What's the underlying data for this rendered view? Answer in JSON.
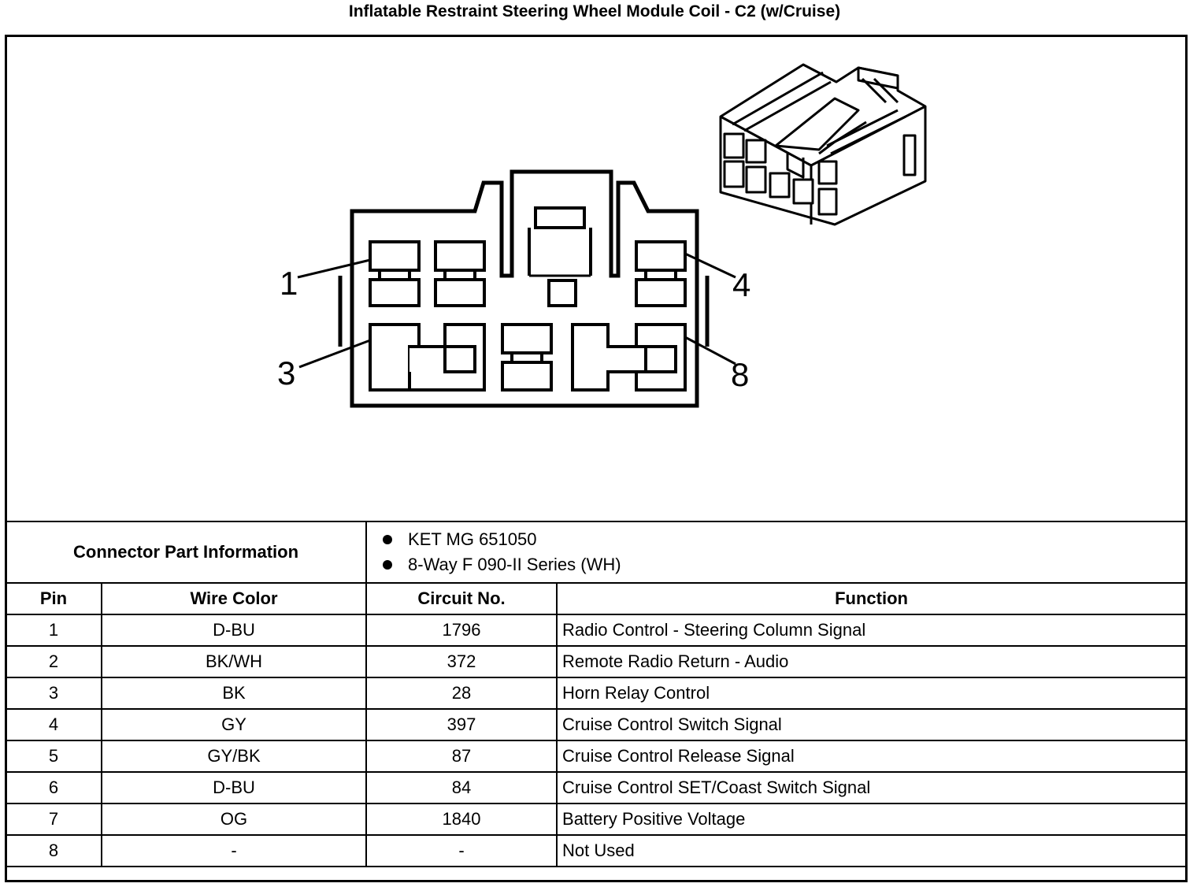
{
  "title": "Inflatable Restraint Steering Wheel Module Coil - C2 (w/Cruise)",
  "diagram": {
    "pin_callouts": [
      "1",
      "3",
      "4",
      "8"
    ]
  },
  "connector_info": {
    "label": "Connector Part Information",
    "items": [
      "KET MG 651050",
      "8-Way F 090-II Series (WH)"
    ]
  },
  "table": {
    "headers": [
      "Pin",
      "Wire Color",
      "Circuit No.",
      "Function"
    ],
    "rows": [
      [
        "1",
        "D-BU",
        "1796",
        "Radio Control - Steering Column Signal"
      ],
      [
        "2",
        "BK/WH",
        "372",
        "Remote Radio Return - Audio"
      ],
      [
        "3",
        "BK",
        "28",
        "Horn Relay Control"
      ],
      [
        "4",
        "GY",
        "397",
        "Cruise Control Switch Signal"
      ],
      [
        "5",
        "GY/BK",
        "87",
        "Cruise Control Release Signal"
      ],
      [
        "6",
        "D-BU",
        "84",
        "Cruise Control SET/Coast Switch Signal"
      ],
      [
        "7",
        "OG",
        "1840",
        "Battery Positive Voltage"
      ],
      [
        "8",
        "-",
        "-",
        "Not Used"
      ]
    ]
  }
}
